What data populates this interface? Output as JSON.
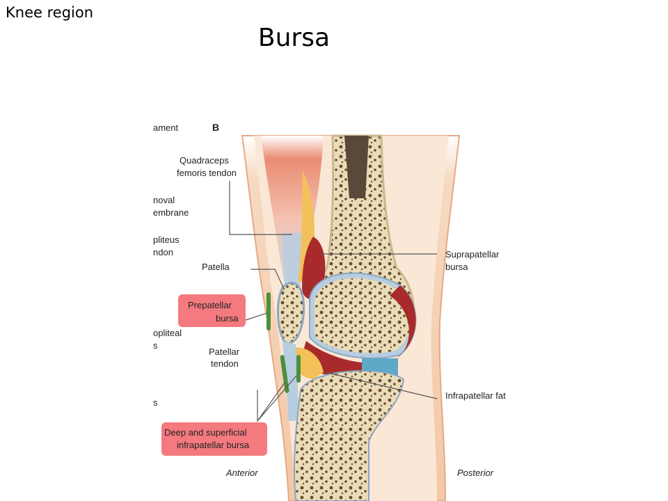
{
  "header": {
    "corner_label": "Knee region",
    "title": "Bursa"
  },
  "figure": {
    "panel_letter": "B",
    "left_partial_labels": [
      "ament",
      "noval",
      "embrane",
      "pliteus",
      "ndon",
      "opliteal",
      "s",
      "s"
    ],
    "labels": {
      "quadriceps_1": "Quadraceps",
      "quadriceps_2": "femoris tendon",
      "patella": "Patella",
      "prepatellar_1": "Prepatellar",
      "prepatellar_2": "bursa",
      "patellar_tendon_1": "Patellar",
      "patellar_tendon_2": "tendon",
      "suprapatellar_1": "Suprapatellar",
      "suprapatellar_2": "bursa",
      "infrapatellar_fat": "Infrapatellar fat",
      "deep_1": "Deep and superficial",
      "deep_2": "infrapatellar bursa",
      "anterior": "Anterior",
      "posterior": "Posterior"
    },
    "colors": {
      "highlight_box": "#f47a7f",
      "skin": "#f3c8a6",
      "bone": "#e8d8b0",
      "muscle": "#e8846a",
      "tendon": "#b7cde0",
      "bursa": "#a82a2a",
      "fat": "#f2c15a",
      "bursa_green": "#4c8f3c"
    }
  }
}
